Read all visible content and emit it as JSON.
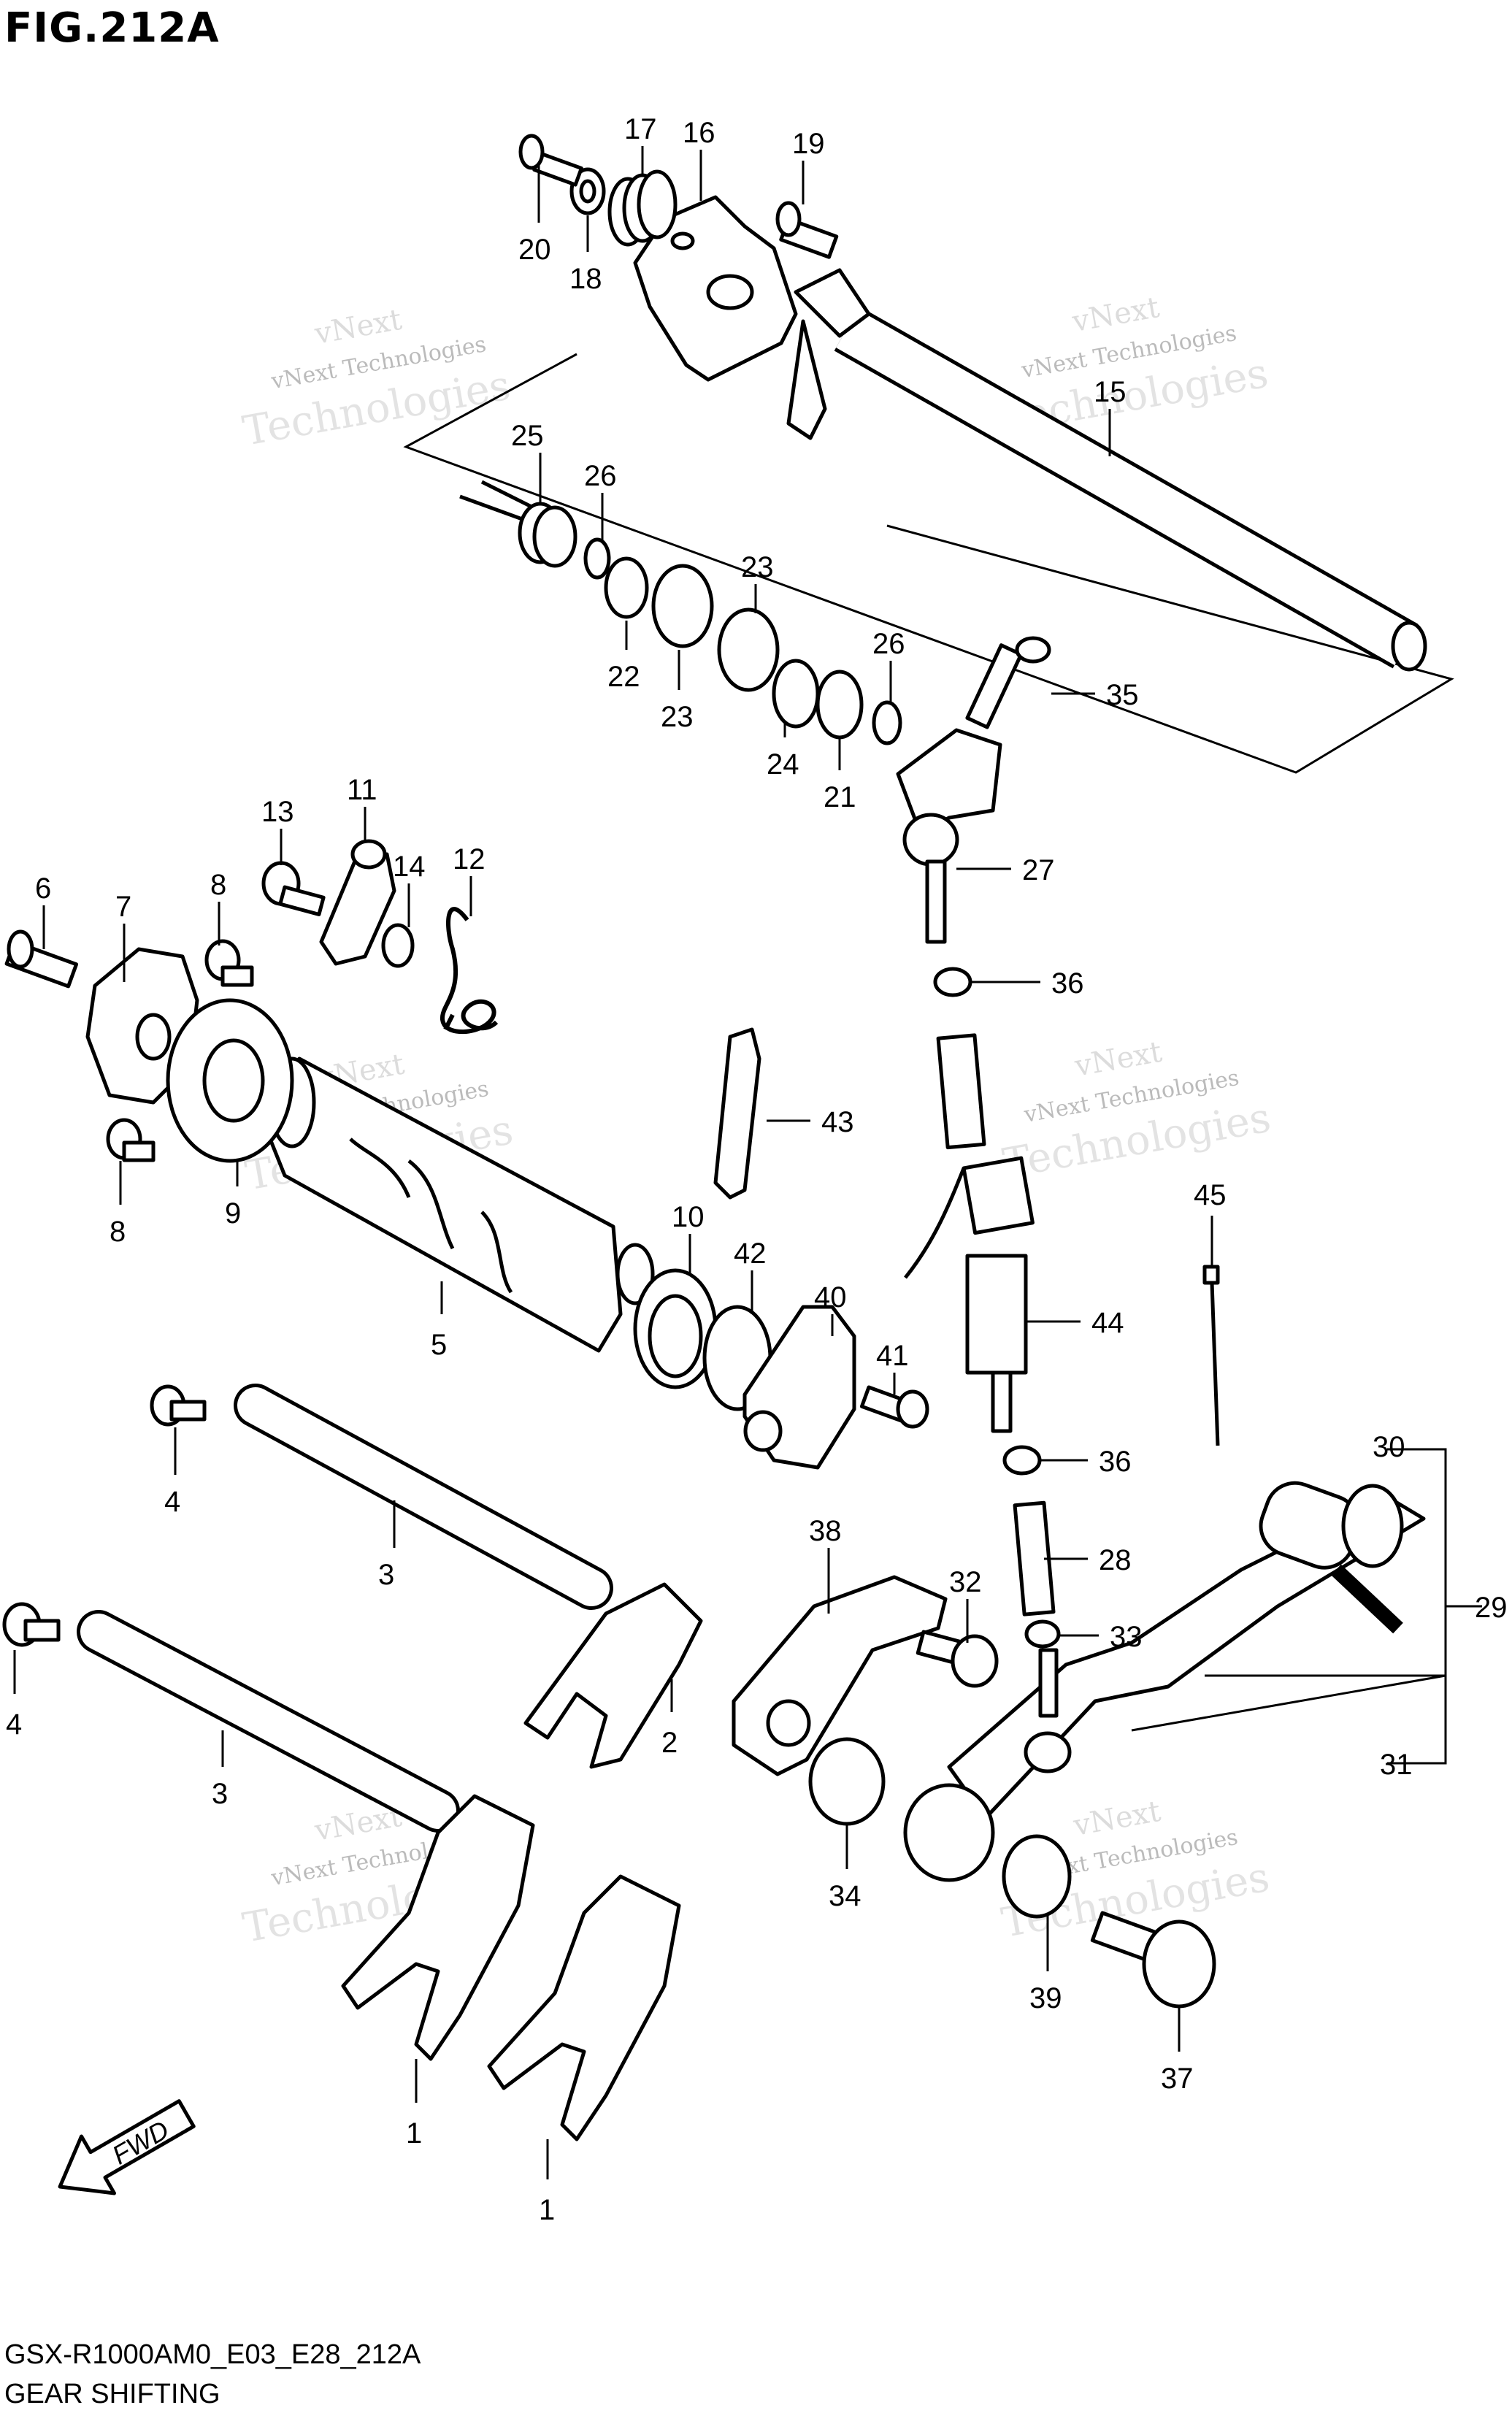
{
  "figure": {
    "title": "FIG.212A",
    "code": "GSX-R1000AM0_E03_E28_212A",
    "name": "GEAR SHIFTING",
    "direction_label": "FWD"
  },
  "watermark": {
    "line1": "vNext Technologies",
    "line2": "vNext",
    "line3": "Technologies"
  },
  "callouts": [
    {
      "id": "c1a",
      "label": "1"
    },
    {
      "id": "c1b",
      "label": "1"
    },
    {
      "id": "c2",
      "label": "2"
    },
    {
      "id": "c3a",
      "label": "3"
    },
    {
      "id": "c3b",
      "label": "3"
    },
    {
      "id": "c4a",
      "label": "4"
    },
    {
      "id": "c4b",
      "label": "4"
    },
    {
      "id": "c5",
      "label": "5"
    },
    {
      "id": "c6",
      "label": "6"
    },
    {
      "id": "c7",
      "label": "7"
    },
    {
      "id": "c8a",
      "label": "8"
    },
    {
      "id": "c8b",
      "label": "8"
    },
    {
      "id": "c9",
      "label": "9"
    },
    {
      "id": "c10",
      "label": "10"
    },
    {
      "id": "c11",
      "label": "11"
    },
    {
      "id": "c12",
      "label": "12"
    },
    {
      "id": "c13",
      "label": "13"
    },
    {
      "id": "c14",
      "label": "14"
    },
    {
      "id": "c15",
      "label": "15"
    },
    {
      "id": "c16",
      "label": "16"
    },
    {
      "id": "c17",
      "label": "17"
    },
    {
      "id": "c18",
      "label": "18"
    },
    {
      "id": "c19",
      "label": "19"
    },
    {
      "id": "c20",
      "label": "20"
    },
    {
      "id": "c21",
      "label": "21"
    },
    {
      "id": "c22",
      "label": "22"
    },
    {
      "id": "c23a",
      "label": "23"
    },
    {
      "id": "c23b",
      "label": "23"
    },
    {
      "id": "c24",
      "label": "24"
    },
    {
      "id": "c25",
      "label": "25"
    },
    {
      "id": "c26a",
      "label": "26"
    },
    {
      "id": "c26b",
      "label": "26"
    },
    {
      "id": "c27",
      "label": "27"
    },
    {
      "id": "c28",
      "label": "28"
    },
    {
      "id": "c29",
      "label": "29"
    },
    {
      "id": "c30",
      "label": "30"
    },
    {
      "id": "c31",
      "label": "31"
    },
    {
      "id": "c32",
      "label": "32"
    },
    {
      "id": "c33",
      "label": "33"
    },
    {
      "id": "c34",
      "label": "34"
    },
    {
      "id": "c35",
      "label": "35"
    },
    {
      "id": "c36a",
      "label": "36"
    },
    {
      "id": "c36b",
      "label": "36"
    },
    {
      "id": "c37",
      "label": "37"
    },
    {
      "id": "c38",
      "label": "38"
    },
    {
      "id": "c39",
      "label": "39"
    },
    {
      "id": "c40",
      "label": "40"
    },
    {
      "id": "c41",
      "label": "41"
    },
    {
      "id": "c42",
      "label": "42"
    },
    {
      "id": "c43",
      "label": "43"
    },
    {
      "id": "c44",
      "label": "44"
    },
    {
      "id": "c45",
      "label": "45"
    }
  ]
}
